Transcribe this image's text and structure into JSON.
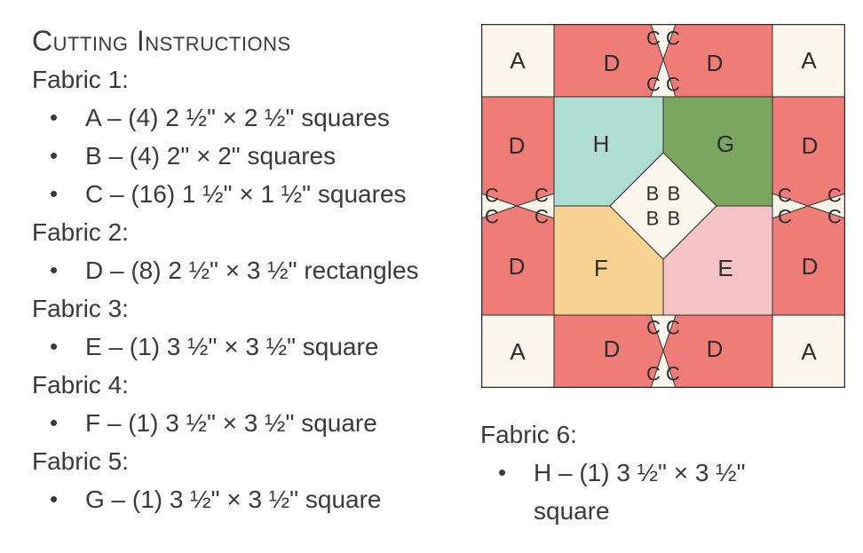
{
  "title": "Cutting Instructions",
  "fabrics": [
    {
      "heading": "Fabric 1:",
      "items": [
        "A – (4) 2 ½\" × 2 ½\" squares",
        "B – (4) 2\" × 2\" squares",
        "C – (16) 1 ½\" × 1 ½\" squares"
      ]
    },
    {
      "heading": "Fabric 2:",
      "items": [
        "D – (8) 2 ½\" × 3 ½\" rectangles"
      ]
    },
    {
      "heading": "Fabric 3:",
      "items": [
        "E – (1) 3 ½\" × 3 ½\" square"
      ]
    },
    {
      "heading": "Fabric 4:",
      "items": [
        "F – (1) 3 ½\" × 3 ½\" square"
      ]
    },
    {
      "heading": "Fabric 5:",
      "items": [
        "G – (1) 3 ½\" × 3 ½\" square"
      ]
    },
    {
      "heading": "Fabric 6:",
      "items": [
        "H – (1) 3 ½\" × 3 ½\" square"
      ]
    }
  ],
  "diagram": {
    "colors": {
      "background": "#fbf7ed",
      "fabric_2": "#f07c78",
      "fabric_3": "#f5c3c6",
      "fabric_4": "#f8d293",
      "fabric_5": "#7aa660",
      "fabric_6": "#b0ddd2",
      "outline": "#2d2d2d"
    },
    "labels": {
      "a": "A",
      "b": "B",
      "c": "C",
      "d": "D",
      "e": "E",
      "f": "F",
      "g": "G",
      "h": "H"
    }
  }
}
